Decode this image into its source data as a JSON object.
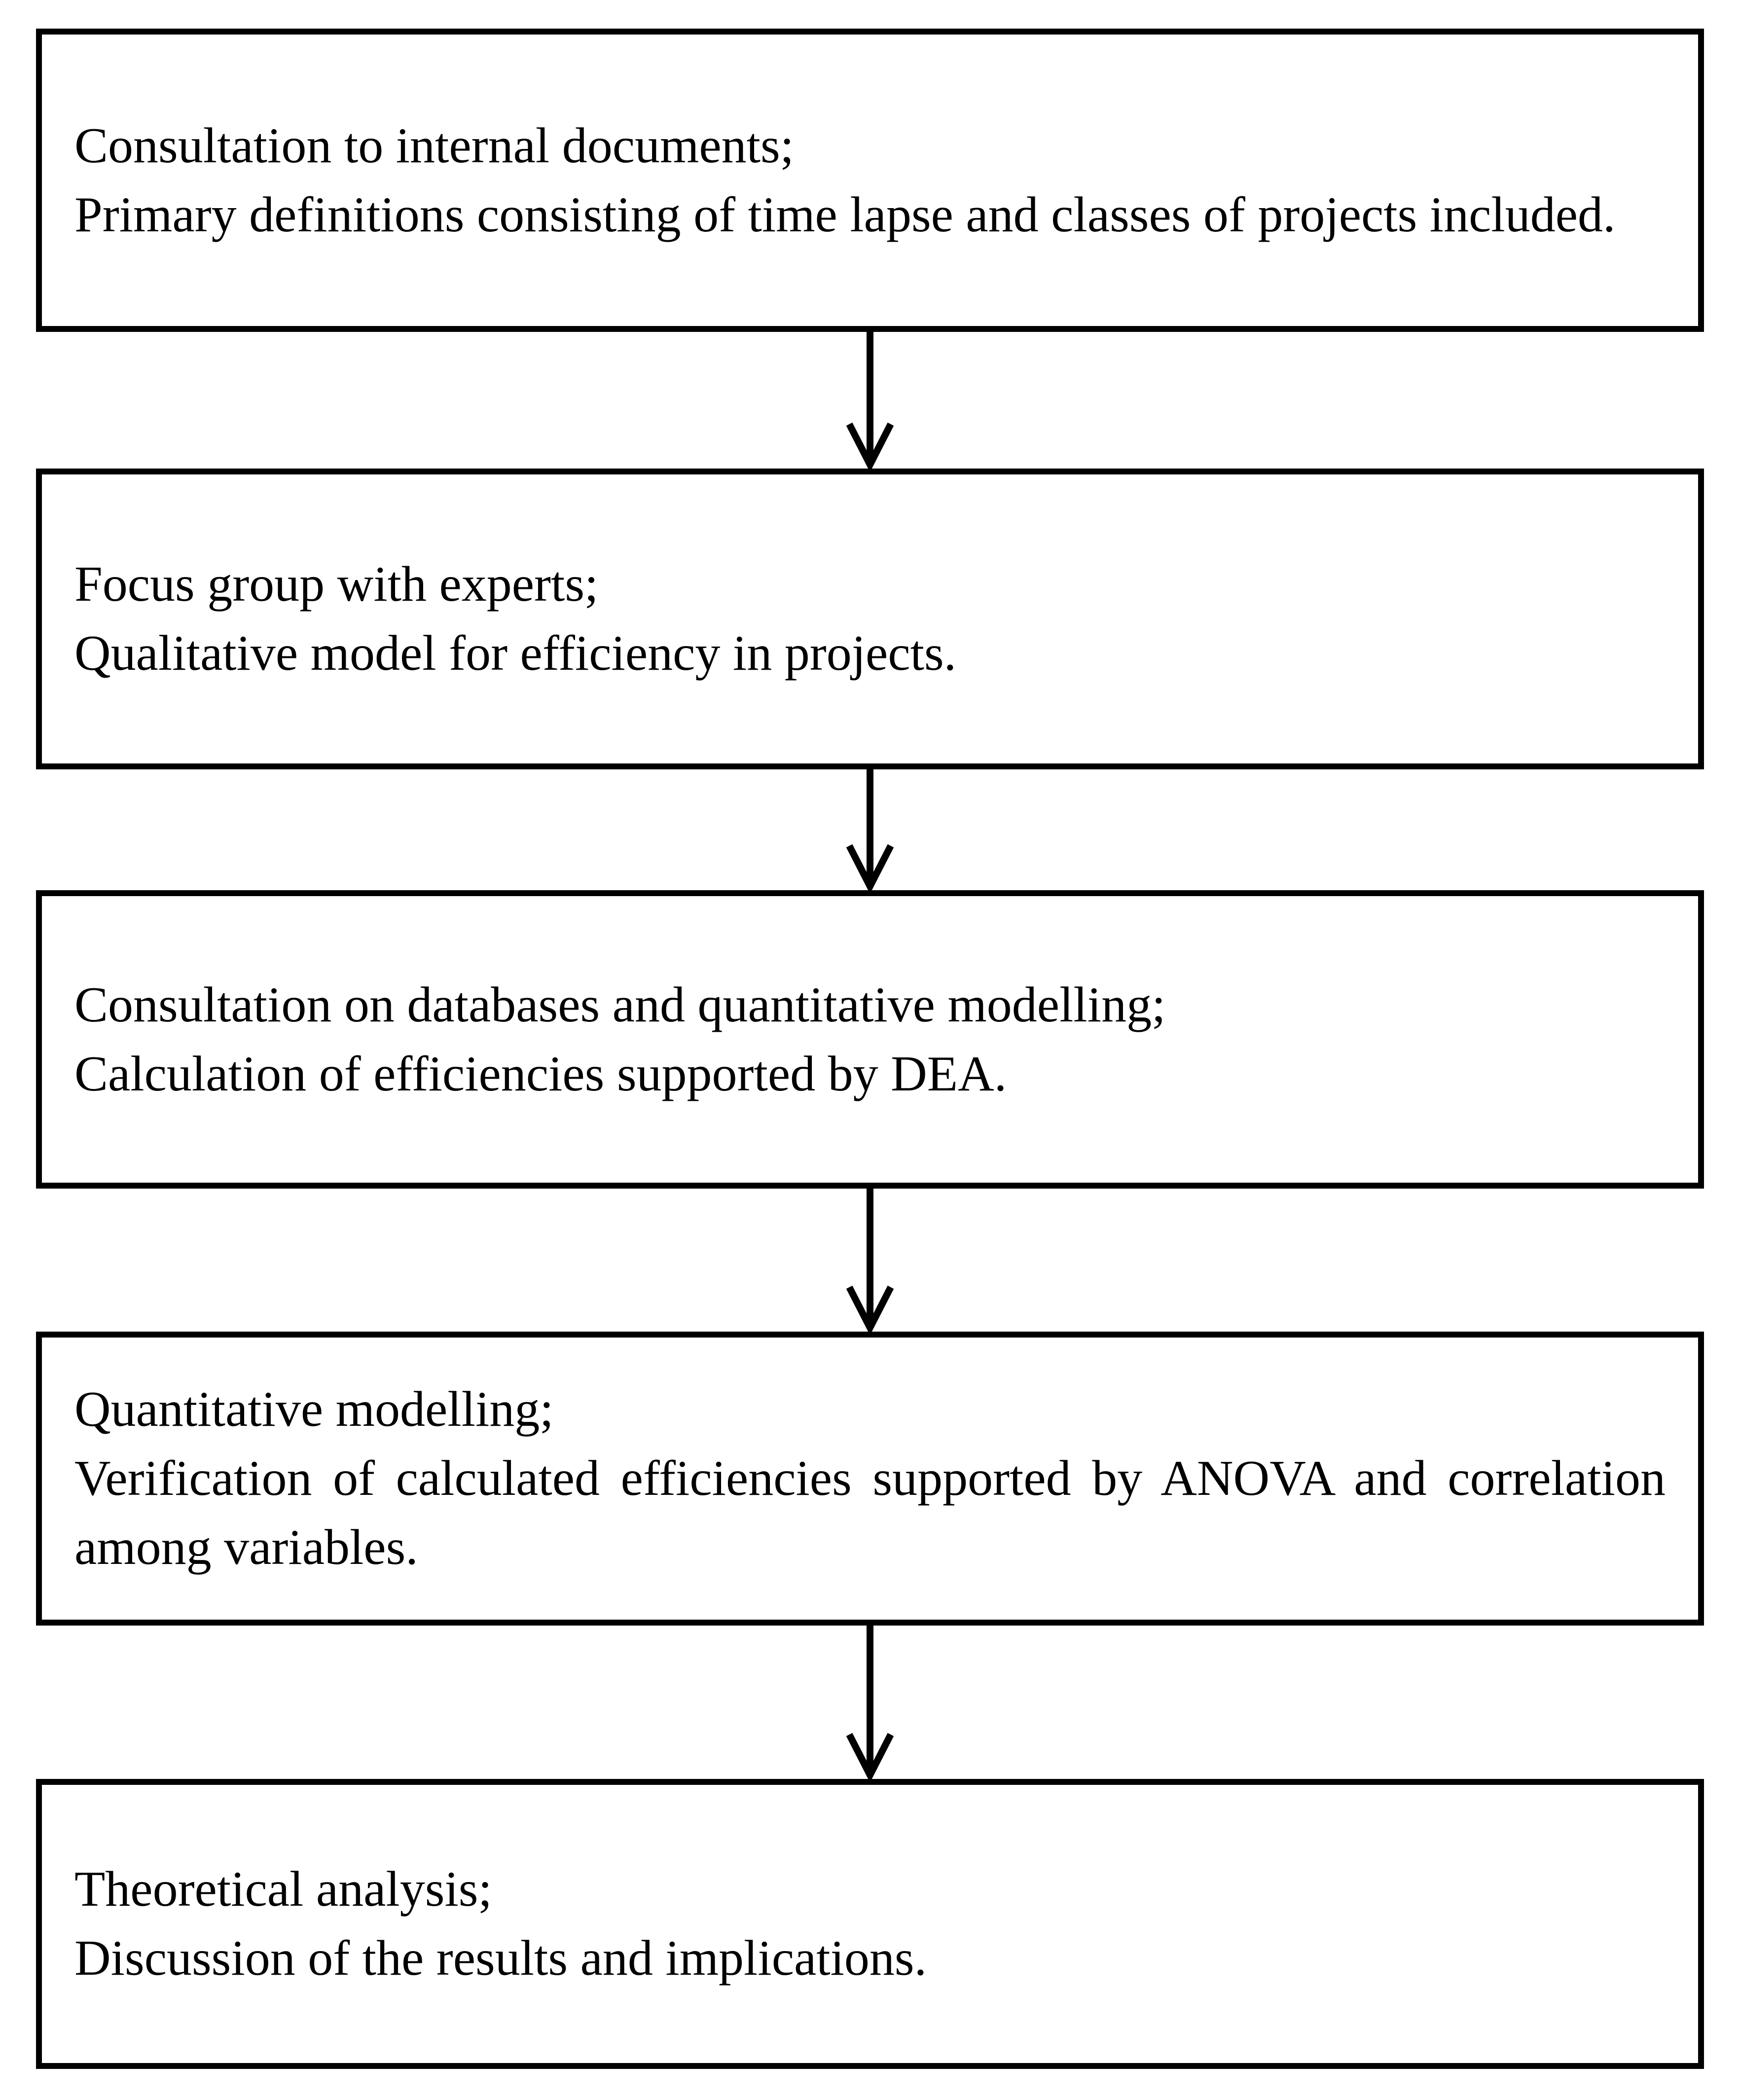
{
  "figure": {
    "type": "flowchart",
    "colors": {
      "ink": "#000000",
      "paper": "#ffffff"
    },
    "boxes": [
      {
        "step": 1,
        "lines": [
          "Consultation to internal documents;",
          "Primary definitions consisting of time lapse and classes of projects included."
        ]
      },
      {
        "step": 2,
        "lines": [
          "Focus group with experts;",
          "Qualitative model for efficiency in projects."
        ]
      },
      {
        "step": 3,
        "lines": [
          "Consultation on databases and quantitative modelling;",
          "Calculation of efficiencies supported by DEA."
        ]
      },
      {
        "step": 4,
        "lines": [
          "Quantitative modelling;",
          "Verification of calculated efficiencies supported by ANOVA and correlation among variables."
        ]
      },
      {
        "step": 5,
        "lines": [
          "Theoretical analysis;",
          "Discussion of the results and implications."
        ]
      }
    ],
    "connectors": [
      {
        "from": 1,
        "to": 2,
        "direction": "down"
      },
      {
        "from": 2,
        "to": 3,
        "direction": "down"
      },
      {
        "from": 3,
        "to": 4,
        "direction": "down"
      },
      {
        "from": 4,
        "to": 5,
        "direction": "down"
      }
    ]
  }
}
